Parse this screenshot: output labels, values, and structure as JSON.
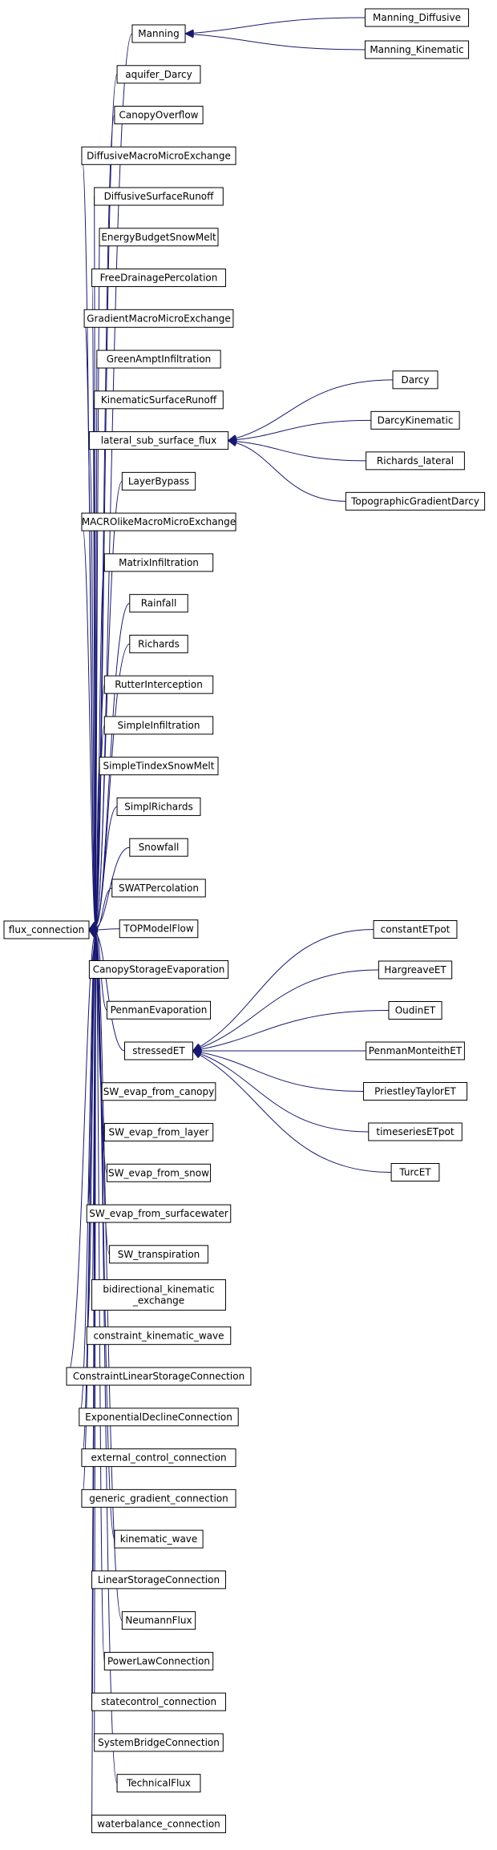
{
  "diagram": {
    "root": "flux_connection",
    "derived_classes": [
      "Manning",
      "aquifer_Darcy",
      "CanopyOverflow",
      "DiffusiveMacroMicroExchange",
      "DiffusiveSurfaceRunoff",
      "EnergyBudgetSnowMelt",
      "FreeDrainagePercolation",
      "GradientMacroMicroExchange",
      "GreenAmptInfiltration",
      "KinematicSurfaceRunoff",
      "lateral_sub_surface_flux",
      "LayerBypass",
      "MACROlikeMacroMicroExchange",
      "MatrixInfiltration",
      "Rainfall",
      "Richards",
      "RutterInterception",
      "SimpleInfiltration",
      "SimpleTindexSnowMelt",
      "SimplRichards",
      "Snowfall",
      "SWATPercolation",
      "TOPModelFlow",
      "CanopyStorageEvaporation",
      "PenmanEvaporation",
      "stressedET",
      "SW_evap_from_canopy",
      "SW_evap_from_layer",
      "SW_evap_from_snow",
      "SW_evap_from_surfacewater",
      "SW_transpiration",
      "bidirectional_kinematic_exchange",
      "constraint_kinematic_wave",
      "ConstraintLinearStorageConnection",
      "ExponentialDeclineConnection",
      "external_control_connection",
      "generic_gradient_connection",
      "kinematic_wave",
      "LinearStorageConnection",
      "NeumannFlux",
      "PowerLawConnection",
      "statecontrol_connection",
      "SystemBridgeConnection",
      "TechnicalFlux",
      "waterbalance_connection"
    ],
    "multiline_labels": {
      "bidirectional_kinematic_exchange": [
        "bidirectional_kinematic",
        "_exchange"
      ]
    },
    "subclasses": {
      "Manning": [
        "Manning_Diffusive",
        "Manning_Kinematic"
      ],
      "lateral_sub_surface_flux": [
        "Darcy",
        "DarcyKinematic",
        "Richards_lateral",
        "TopographicGradientDarcy"
      ],
      "stressedET": [
        "constantETpot",
        "HargreaveET",
        "OudinET",
        "PenmanMonteithET",
        "PriestleyTaylorET",
        "timeseriesETpot",
        "TurcET"
      ]
    }
  }
}
